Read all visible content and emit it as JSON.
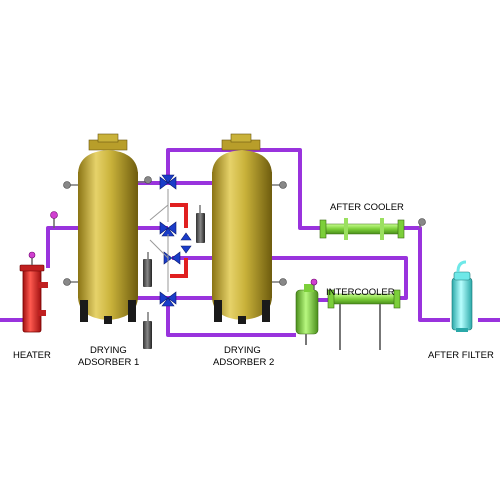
{
  "labels": {
    "heater": "HEATER",
    "drying_adsorber_1_line1": "DRYING",
    "drying_adsorber_1_line2": "ADSORBER 1",
    "drying_adsorber_2_line1": "DRYING",
    "drying_adsorber_2_line2": "ADSORBER 2",
    "after_cooler": "AFTER COOLER",
    "intercooler": "INTERCOOLER",
    "after_filter": "AFTER FILTER"
  },
  "colors": {
    "pipe": "#9933dd",
    "tank_gold": "#c9b23a",
    "heater_red": "#e8302a",
    "cooler_green": "#8ee04a",
    "filter_cyan": "#6fe8e8",
    "valve_blue": "#1a3cc8",
    "hot_pipe_red": "#e02020"
  }
}
